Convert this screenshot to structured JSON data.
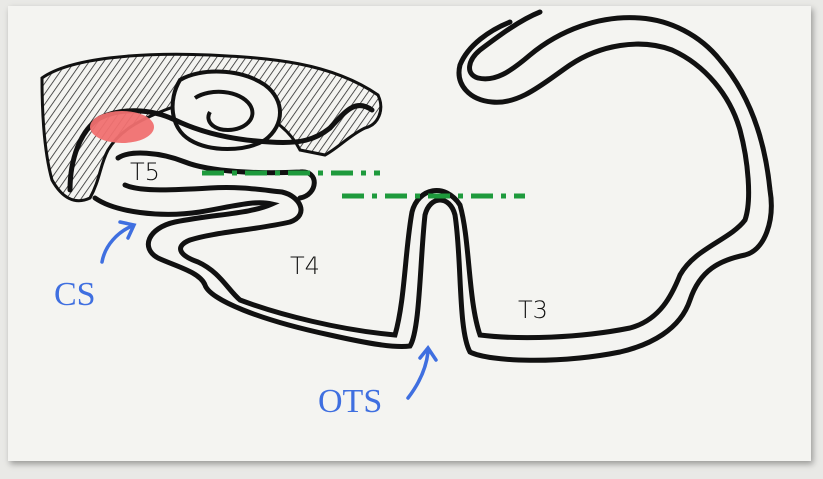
{
  "labels": {
    "t5": "T5",
    "t4": "T4",
    "t3": "T3",
    "cs": "CS",
    "ots": "OTS"
  },
  "colors": {
    "outline": "#111111",
    "paper": "#f4f4f1",
    "hatch": "#2a2a2a",
    "marker": "#f07070",
    "dash_line": "#1e9a3c",
    "sulcus_label": "#3f6fe0",
    "arrow": "#3f6fe0"
  }
}
